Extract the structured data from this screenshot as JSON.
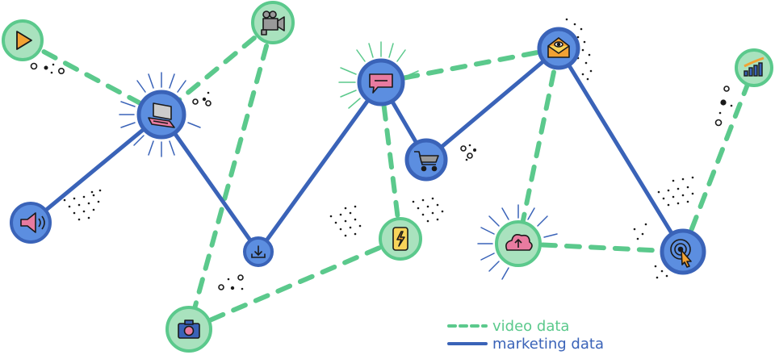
{
  "colors": {
    "video": "#5BC98C",
    "marketing": "#3A63B8",
    "video_fill": "#A9E2BE",
    "marketing_fill": "#5C8EE0",
    "ink": "#1a1a1a",
    "pink": "#E87BA0",
    "orange": "#F2A233",
    "yellow": "#F7D45A"
  },
  "nodes": [
    {
      "id": "play",
      "type": "video",
      "icon": "play-icon"
    },
    {
      "id": "video-camera",
      "type": "video",
      "icon": "video-camera-icon"
    },
    {
      "id": "laptop",
      "type": "marketing",
      "icon": "laptop-icon"
    },
    {
      "id": "megaphone",
      "type": "marketing",
      "icon": "megaphone-icon"
    },
    {
      "id": "download",
      "type": "marketing",
      "icon": "download-icon"
    },
    {
      "id": "photo-camera",
      "type": "video",
      "icon": "camera-icon"
    },
    {
      "id": "chat",
      "type": "marketing",
      "icon": "chat-bubble-icon"
    },
    {
      "id": "phone",
      "type": "video",
      "icon": "smartphone-icon"
    },
    {
      "id": "cart",
      "type": "marketing",
      "icon": "shopping-cart-icon"
    },
    {
      "id": "mail",
      "type": "marketing",
      "icon": "email-icon"
    },
    {
      "id": "cloud",
      "type": "video",
      "icon": "cloud-upload-icon"
    },
    {
      "id": "click",
      "type": "marketing",
      "icon": "click-cursor-icon"
    },
    {
      "id": "bars",
      "type": "video",
      "icon": "bar-chart-icon"
    }
  ],
  "legend": {
    "video_label": "video data",
    "marketing_label": "marketing data"
  }
}
